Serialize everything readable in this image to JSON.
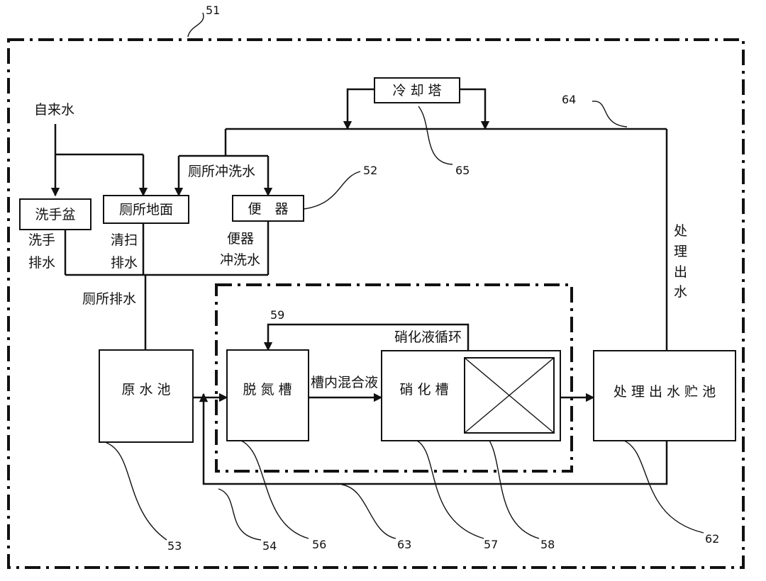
{
  "sources": {
    "tap_water": "自来水"
  },
  "boxes": {
    "cooling_tower": "冷 却 塔",
    "wash_basin": "洗手盆",
    "toilet_floor": "厕所地面",
    "urinal": "便　器",
    "raw_pool": "原 水 池",
    "denitrification_tank": "脱 氮 槽",
    "nitrification_tank": "硝 化 槽",
    "treated_storage": "处 理 出 水 贮 池"
  },
  "flows": {
    "toilet_flush": "厕所冲洗水",
    "hand_drain_1": "洗手",
    "hand_drain_2": "排水",
    "clean_drain_1": "清扫",
    "clean_drain_2": "排水",
    "urinal_flush_1": "便器",
    "urinal_flush_2": "冲洗水",
    "toilet_drain": "厕所排水",
    "treated_out_1": "处",
    "treated_out_2": "理",
    "treated_out_3": "出",
    "treated_out_4": "水",
    "mixed_liquor": "槽内混合液",
    "nitrate_recycle": "硝化液循环"
  },
  "refs": {
    "r51": "51",
    "r52": "52",
    "r53": "53",
    "r54": "54",
    "r56": "56",
    "r57": "57",
    "r58": "58",
    "r59": "59",
    "r62": "62",
    "r63": "63",
    "r64": "64",
    "r65": "65"
  }
}
